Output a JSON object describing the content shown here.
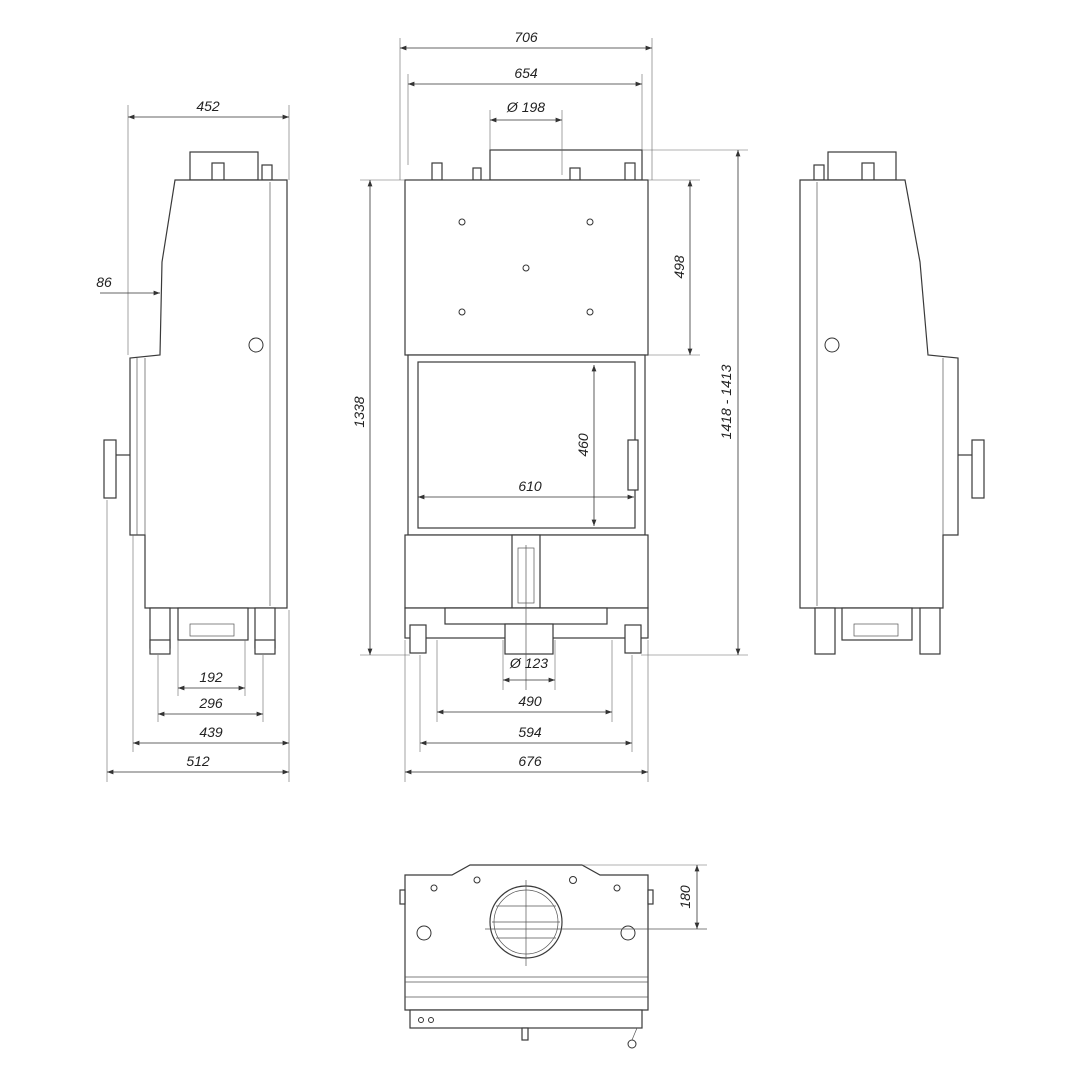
{
  "title": "Fireplace insert dimension drawing",
  "side_view": {
    "dims": {
      "depth_top": "452",
      "offset": "86",
      "total_depth": "512",
      "depth_439": "439",
      "feet_outer": "296",
      "feet_inner": "192"
    }
  },
  "front_view": {
    "dims": {
      "overall_width": "706",
      "top_width": "654",
      "flue_top": "Ø 198",
      "height": "1338",
      "height_range": "1418 - 1413",
      "top_panel": "498",
      "glass_height": "460",
      "glass_width": "610",
      "flue_bottom": "Ø 123",
      "feet_490": "490",
      "feet_594": "594",
      "base_width": "676"
    }
  },
  "top_view": {
    "dims": {
      "flue_offset": "180"
    }
  },
  "colors": {
    "line": "#3a3a3a",
    "background": "#ffffff"
  }
}
